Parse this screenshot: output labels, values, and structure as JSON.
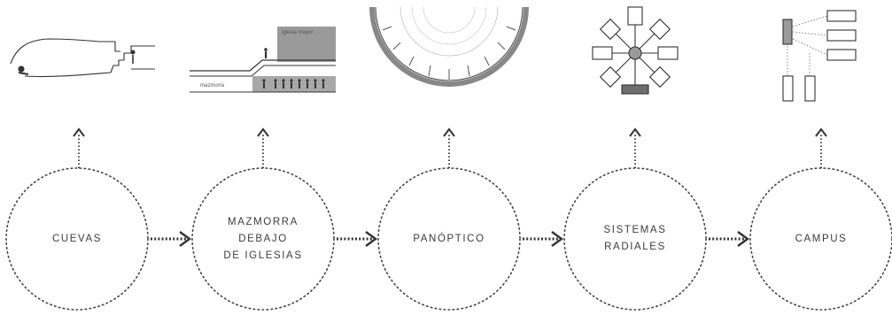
{
  "stages": [
    {
      "id": "cuevas",
      "lines": [
        "CUEVAS"
      ]
    },
    {
      "id": "mazmorra",
      "lines": [
        "MAZMORRA",
        "DEBAJO",
        "DE IGLESIAS"
      ]
    },
    {
      "id": "panoptico",
      "lines": [
        "PANÓPTICO"
      ]
    },
    {
      "id": "radiales",
      "lines": [
        "SISTEMAS",
        "RADIALES"
      ]
    },
    {
      "id": "campus",
      "lines": [
        "CAMPUS"
      ]
    }
  ],
  "sketch_labels": {
    "iglesia": "iglesia mayor",
    "mazmorra": "mazmorra"
  },
  "colors": {
    "line": "#3a3a3a",
    "fill_gray": "#9a9a9a",
    "fill_dark": "#6e6e6e"
  }
}
